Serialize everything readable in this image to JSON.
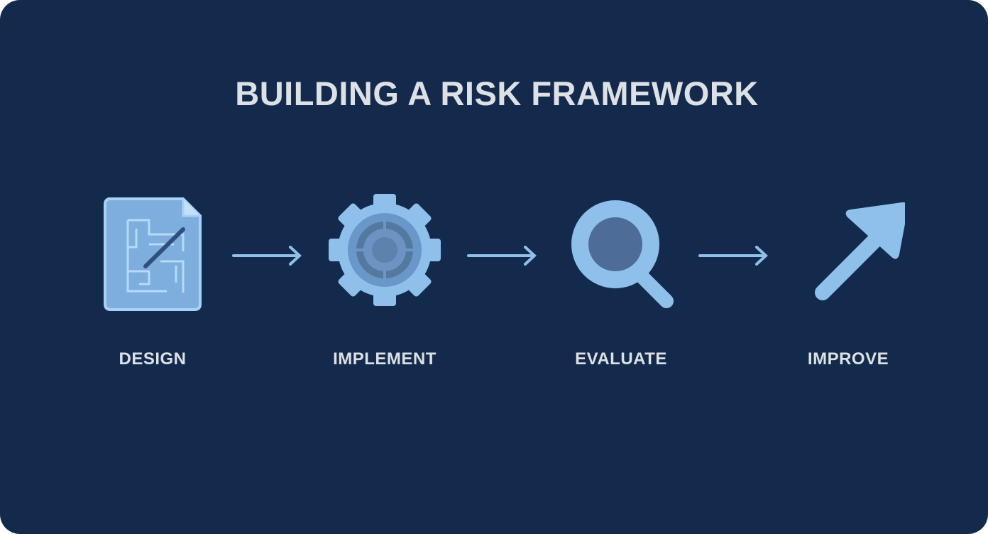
{
  "title": "BUILDING A RISK FRAMEWORK",
  "colors": {
    "background": "#132a4c",
    "icon_light": "#8fc0ec",
    "icon_mid": "#6c9bcf",
    "icon_dark": "#4a6f9d",
    "text": "#dde1e6"
  },
  "steps": [
    {
      "label": "DESIGN",
      "icon": "blueprint-document-icon"
    },
    {
      "label": "IMPLEMENT",
      "icon": "gear-icon"
    },
    {
      "label": "EVALUATE",
      "icon": "magnifying-glass-icon"
    },
    {
      "label": "IMPROVE",
      "icon": "trending-up-arrow-icon"
    }
  ],
  "connectors": [
    "arrow-right",
    "arrow-right",
    "arrow-right"
  ]
}
